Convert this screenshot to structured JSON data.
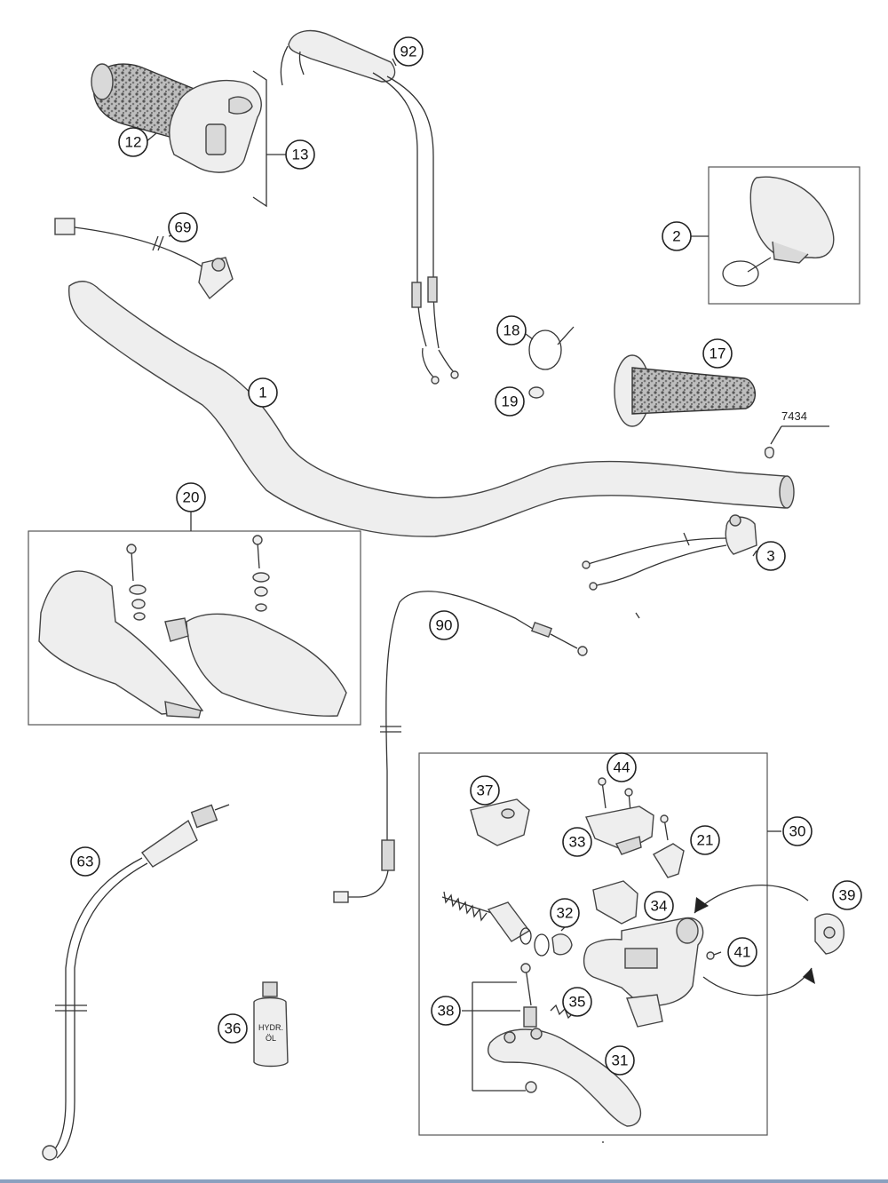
{
  "diagram": {
    "callouts": [
      {
        "id": "c12",
        "label": "12"
      },
      {
        "id": "c13",
        "label": "13"
      },
      {
        "id": "c92",
        "label": "92"
      },
      {
        "id": "c69",
        "label": "69"
      },
      {
        "id": "c2",
        "label": "2"
      },
      {
        "id": "c18",
        "label": "18"
      },
      {
        "id": "c19",
        "label": "19"
      },
      {
        "id": "c17",
        "label": "17"
      },
      {
        "id": "c1",
        "label": "1"
      },
      {
        "id": "c20",
        "label": "20"
      },
      {
        "id": "c3",
        "label": "3"
      },
      {
        "id": "c90",
        "label": "90"
      },
      {
        "id": "c44",
        "label": "44"
      },
      {
        "id": "c37",
        "label": "37"
      },
      {
        "id": "c30",
        "label": "30"
      },
      {
        "id": "c33",
        "label": "33"
      },
      {
        "id": "c21",
        "label": "21"
      },
      {
        "id": "c63",
        "label": "63"
      },
      {
        "id": "c32",
        "label": "32"
      },
      {
        "id": "c34",
        "label": "34"
      },
      {
        "id": "c39",
        "label": "39"
      },
      {
        "id": "c41",
        "label": "41"
      },
      {
        "id": "c38",
        "label": "38"
      },
      {
        "id": "c35",
        "label": "35"
      },
      {
        "id": "c36",
        "label": "36"
      },
      {
        "id": "c31",
        "label": "31"
      }
    ],
    "reference_number": "7434",
    "bottle_label_line1": "HYDR.",
    "bottle_label_line2": "ÖL"
  }
}
